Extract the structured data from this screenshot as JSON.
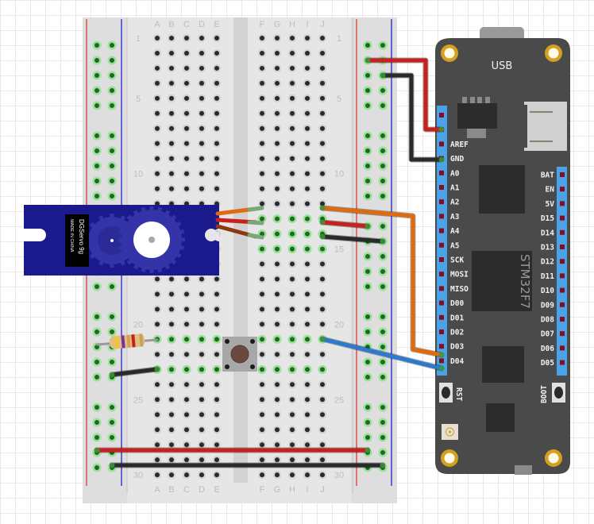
{
  "diagram": {
    "type": "breadboard-wiring",
    "breadboard": {
      "rows": 30,
      "left_columns": [
        "A",
        "B",
        "C",
        "D",
        "E"
      ],
      "right_columns": [
        "F",
        "G",
        "H",
        "I",
        "J"
      ],
      "row_labels": [
        "1",
        "5",
        "10",
        "15",
        "20",
        "25",
        "30"
      ],
      "rail_colors": {
        "positive": "#d9534f",
        "negative": "#3a3ad0"
      }
    },
    "board": {
      "name": "STM32F7",
      "usb_label": "USB",
      "left_header_pins": [
        "",
        "",
        "AREF",
        "GND",
        "A0",
        "A1",
        "A2",
        "A3",
        "A4",
        "A5",
        "SCK",
        "MOSI",
        "MISO",
        "D00",
        "D01",
        "D02",
        "D03",
        "D04"
      ],
      "right_header_pins": [
        "BAT",
        "EN",
        "5V",
        "D15",
        "D14",
        "D13",
        "D12",
        "D11",
        "D10",
        "D09",
        "D08",
        "D07",
        "D06",
        "D05"
      ],
      "buttons": {
        "reset": "RST",
        "boot": "BOOT"
      },
      "color": "#4a4a4a",
      "header_color": "#4aa3e8"
    },
    "servo": {
      "model": "DGServo 9g",
      "origin": "MADE IN CHINA",
      "color": "#1a1a8c"
    },
    "resistor": {
      "bands": [
        "#f2c230",
        "#7b2fa0",
        "#d4a056",
        "#c8201e",
        "#c8a060"
      ]
    },
    "pushbutton": {
      "label": "tactile-switch"
    },
    "wires": [
      {
        "name": "3V-to-rail",
        "color": "#c8201e",
        "from": "board:left-pin-2",
        "to": "right-rail-plus:row3"
      },
      {
        "name": "GND-to-rail",
        "color": "#2a2a2a",
        "from": "board:GND",
        "to": "right-rail-minus:row4"
      },
      {
        "name": "servo-signal",
        "color": "#e06a10",
        "from": "J13",
        "to": "board:D03"
      },
      {
        "name": "servo-power",
        "color": "#c8201e",
        "from": "J14",
        "to": "right-rail-plus"
      },
      {
        "name": "servo-ground",
        "color": "#2a2a2a",
        "from": "J15",
        "to": "right-rail-minus"
      },
      {
        "name": "button-signal",
        "color": "#2a7ad0",
        "from": "J21",
        "to": "board:D04"
      },
      {
        "name": "ground-jumper",
        "color": "#2a2a2a",
        "from": "left-rail-minus:row23",
        "to": "A23"
      },
      {
        "name": "bottom-power-bridge",
        "color": "#c8201e",
        "from": "left-rail-plus",
        "to": "right-rail-plus"
      },
      {
        "name": "bottom-ground-bridge",
        "color": "#2a2a2a",
        "from": "left-rail-minus",
        "to": "right-rail-minus"
      }
    ]
  }
}
